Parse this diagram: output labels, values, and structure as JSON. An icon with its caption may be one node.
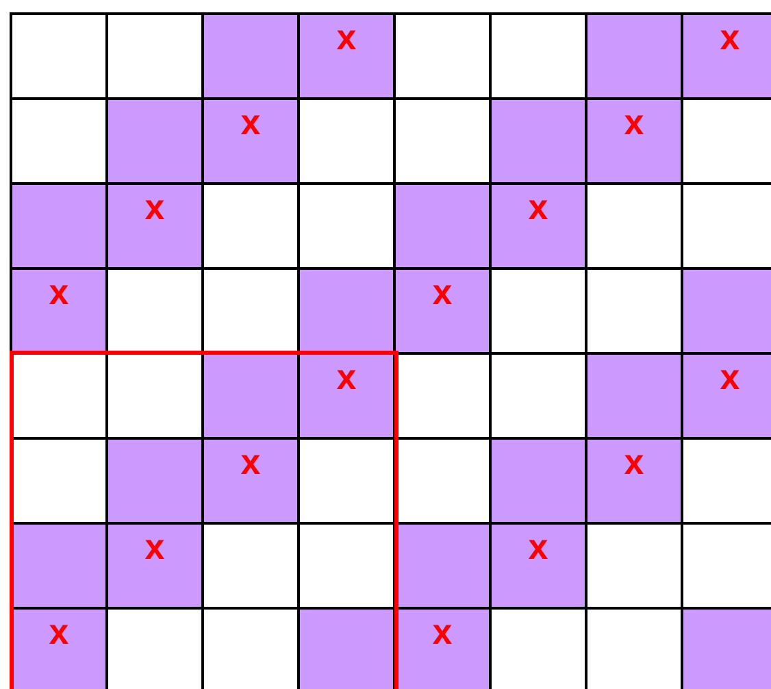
{
  "diagram": {
    "nodes": [
      {
        "text": [],
        "shape": "box"
      },
      {
        "text": [],
        "shape": "box"
      },
      {
        "text": [],
        "shape": "box"
      },
      {
        "text": [
          "x"
        ]
      },
      {
        "text": [],
        "shape": "box"
      },
      {
        "text": [],
        "shape": "box"
      },
      {
        "text": [],
        "shape": "box"
      },
      {
        "text": [
          "x"
        ]
      },
      {
        "text": [],
        "shape": "box"
      },
      {
        "text": [],
        "shape": "box"
      },
      {
        "text": [
          "x"
        ]
      },
      {
        "text": [],
        "shape": "box"
      },
      {
        "text": [],
        "shape": "box"
      },
      {
        "text": [],
        "shape": "box"
      },
      {
        "text": [
          "x"
        ]
      },
      {
        "text": [],
        "shape": "box"
      },
      {
        "text": [],
        "shape": "box"
      },
      {
        "text": [
          "x"
        ]
      },
      {
        "text": [],
        "shape": "box"
      },
      {
        "text": [],
        "shape": "box"
      },
      {
        "text": [],
        "shape": "box"
      },
      {
        "text": [
          "x"
        ]
      },
      {
        "text": [],
        "shape": "box"
      },
      {
        "text": [],
        "shape": "box"
      },
      {
        "text": [
          "x"
        ]
      },
      {
        "text": [],
        "shape": "box"
      },
      {
        "text": [],
        "shape": "box"
      },
      {
        "text": [],
        "shape": "box"
      },
      {
        "text": [
          "x"
        ]
      },
      {
        "text": [],
        "shape": "box"
      },
      {
        "text": [],
        "shape": "box"
      },
      {
        "text": [],
        "shape": "box"
      },
      {
        "text": [],
        "shape": "box"
      },
      {
        "text": [],
        "shape": "box"
      },
      {
        "text": [],
        "shape": "box"
      },
      {
        "text": [
          "x"
        ]
      },
      {
        "text": [],
        "shape": "box"
      },
      {
        "text": [],
        "shape": "box"
      },
      {
        "text": [],
        "shape": "box"
      },
      {
        "text": [
          "x"
        ]
      },
      {
        "text": [],
        "shape": "box"
      },
      {
        "text": [],
        "shape": "box"
      },
      {
        "text": [
          "x"
        ]
      },
      {
        "text": [],
        "shape": "box"
      },
      {
        "text": [],
        "shape": "box"
      },
      {
        "text": [],
        "shape": "box"
      },
      {
        "text": [
          "x"
        ]
      },
      {
        "text": [],
        "shape": "box"
      },
      {
        "text": [],
        "shape": "box"
      },
      {
        "text": [
          "x"
        ]
      },
      {
        "text": [],
        "shape": "box"
      },
      {
        "text": [],
        "shape": "box"
      },
      {
        "text": [],
        "shape": "box"
      },
      {
        "text": [
          "x"
        ]
      },
      {
        "text": [],
        "shape": "box"
      },
      {
        "text": [],
        "shape": "box"
      },
      {
        "text": [
          "x"
        ]
      },
      {
        "text": [],
        "shape": "box"
      },
      {
        "text": [],
        "shape": "box"
      },
      {
        "text": [],
        "shape": "box"
      },
      {
        "text": [
          "x"
        ]
      },
      {
        "text": [],
        "shape": "box"
      },
      {
        "text": [],
        "shape": "box"
      },
      {
        "text": [],
        "shape": "box"
      }
    ]
  }
}
